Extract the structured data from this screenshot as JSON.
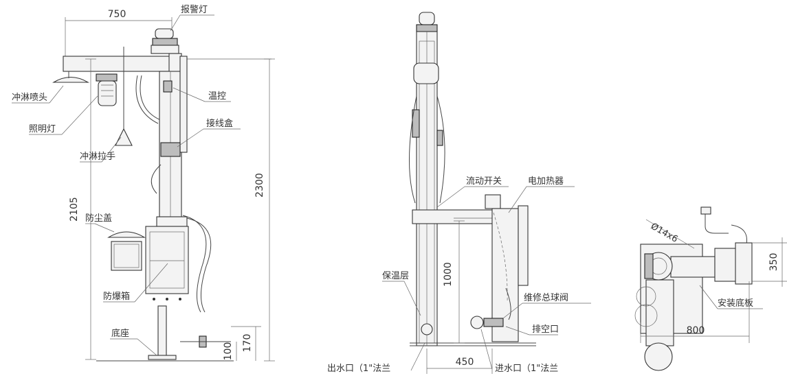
{
  "labels": {
    "alarm_light": "报警灯",
    "shower_head": "冲淋喷头",
    "lighting_lamp": "照明灯",
    "thermostat": "温控",
    "junction_box": "接线盒",
    "shower_pull": "冲淋拉手",
    "dust_cover": "防尘盖",
    "explosion_box": "防爆箱",
    "base": "底座",
    "flow_switch": "流动开关",
    "electric_heater": "电加热器",
    "insulation_layer": "保温层",
    "ball_valve": "维修总球阀",
    "drain_port": "排空口",
    "outlet": "出水口（1\"法兰",
    "inlet": "进水口（1\"法兰",
    "install_plate": "安装底板",
    "bolt_spec": "Ø14x6"
  },
  "dimensions": {
    "d750": "750",
    "d2105": "2105",
    "d2300": "2300",
    "d100": "100",
    "d170": "170",
    "d1000": "1000",
    "d450": "450",
    "d350": "350",
    "d800": "800"
  }
}
